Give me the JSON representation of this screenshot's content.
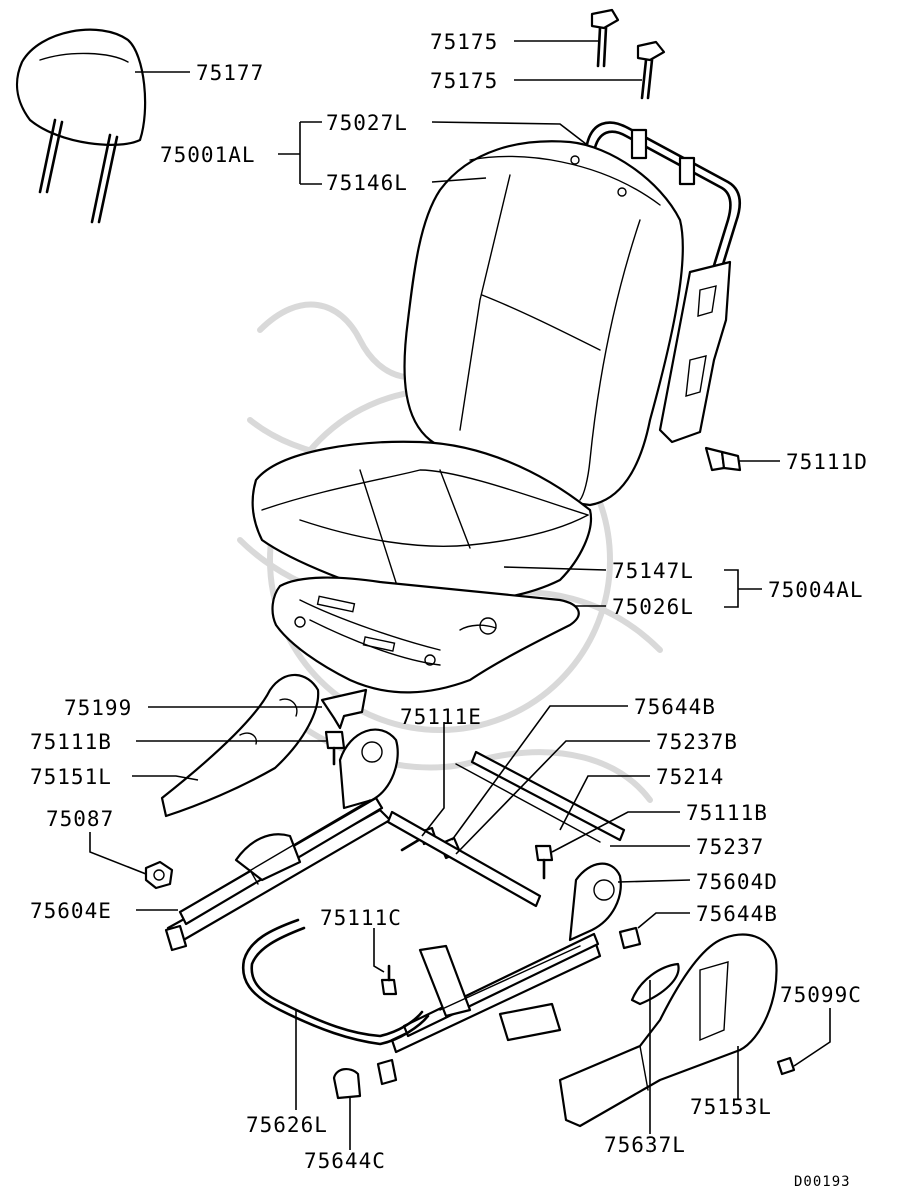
{
  "diagram_code": "D00193",
  "labels": {
    "l75175a": "75175",
    "l75175b": "75175",
    "l75177": "75177",
    "l75027L": "75027L",
    "l75001AL": "75001AL",
    "l75146L": "75146L",
    "l75111D": "75111D",
    "l75147L": "75147L",
    "l75004AL": "75004AL",
    "l75026L": "75026L",
    "l75199": "75199",
    "l75111E": "75111E",
    "l75644Ba": "75644B",
    "l75111Ba": "75111B",
    "l75237B": "75237B",
    "l75151L": "75151L",
    "l75214": "75214",
    "l75087": "75087",
    "l75111Bb": "75111B",
    "l75237": "75237",
    "l75604D": "75604D",
    "l75604E": "75604E",
    "l75644Bb": "75644B",
    "l75111C": "75111C",
    "l75099C": "75099C",
    "l75153L": "75153L",
    "l75626L": "75626L",
    "l75637L": "75637L",
    "l75644C": "75644C"
  },
  "colors": {
    "line": "#000000",
    "background": "#ffffff",
    "watermark": "#d9d9d9"
  }
}
